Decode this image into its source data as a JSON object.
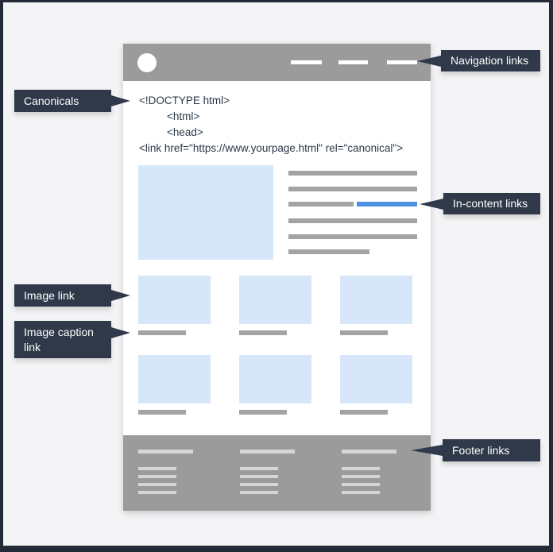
{
  "callouts": {
    "navigation_links": "Navigation links",
    "canonicals": "Canonicals",
    "in_content_links": "In-content links",
    "image_link": "Image link",
    "image_caption_link": "Image caption link",
    "footer_links": "Footer links"
  },
  "code": {
    "doctype": "<!DOCTYPE html>",
    "html_tag": "<html>",
    "head_tag": "<head>",
    "canonical_link": "<link href=\"https://www.yourpage.html\" rel=\"canonical\">"
  },
  "colors": {
    "frame_border": "#242a37",
    "background": "#f4f4f6",
    "callout_background": "#2f3949",
    "callout_text": "#ffffff",
    "wireframe_gray": "#9b9b9b",
    "content_line_gray": "#a3a3a3",
    "footer_line_gray": "#d6d6d8",
    "image_placeholder_blue": "#d7e7f9",
    "link_blue": "#4e91e0",
    "code_text": "#2b3948"
  }
}
